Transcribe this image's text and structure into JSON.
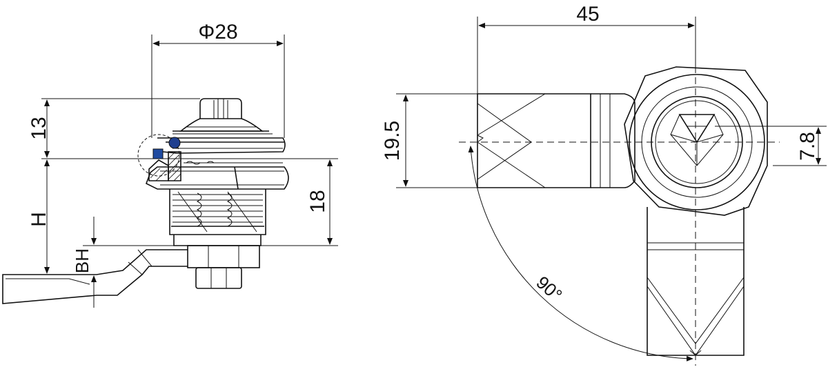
{
  "dimensions": {
    "diameter": "Φ28",
    "height_13": "13",
    "height_H": "H",
    "height_BH": "BH",
    "height_18": "18",
    "width_45": "45",
    "height_19_5": "19.5",
    "offset_7_8": "7.8",
    "angle_90": "90°"
  },
  "colors": {
    "line": "#111111",
    "seal_square": "#1f4aa0",
    "seal_circle": "#1f3f8f",
    "background": "#ffffff"
  }
}
